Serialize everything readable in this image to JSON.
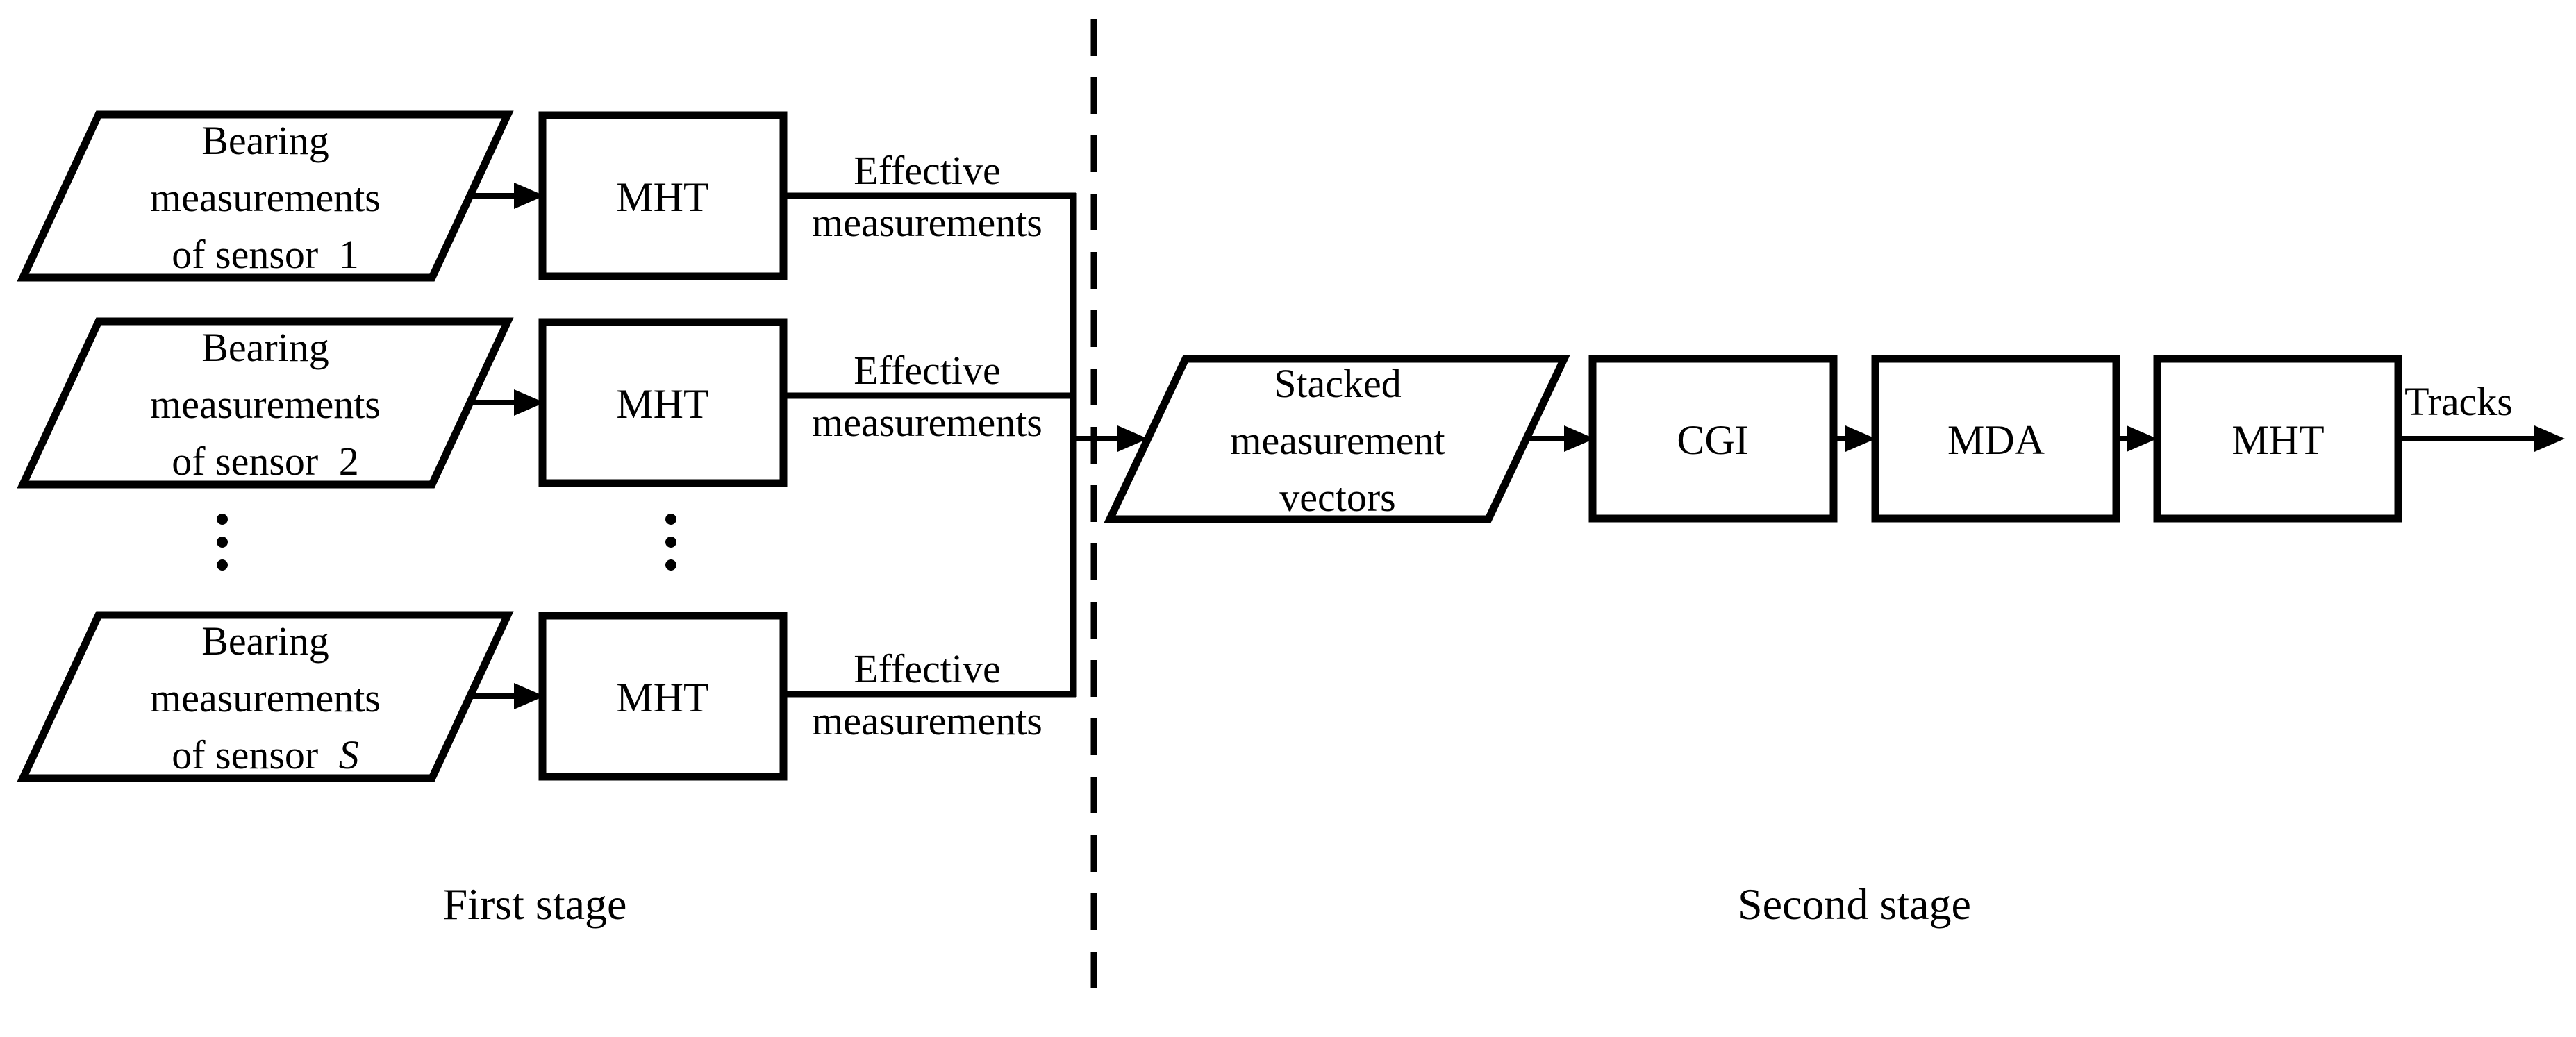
{
  "figure": {
    "title": "Two-stage multi-sensor bearing-only tracking diagram",
    "colors": {
      "ink": "#000000",
      "paper": "#ffffff"
    },
    "first_stage": {
      "caption": "First stage",
      "rows": [
        {
          "input": {
            "line1": "Bearing",
            "line2": "measurements",
            "line3": "of sensor",
            "suffix": "1",
            "suffix_style": "normal"
          },
          "processor": "MHT",
          "output": {
            "line1": "Effective",
            "line2": "measurements"
          }
        },
        {
          "input": {
            "line1": "Bearing",
            "line2": "measurements",
            "line3": "of sensor",
            "suffix": "2",
            "suffix_style": "normal"
          },
          "processor": "MHT",
          "output": {
            "line1": "Effective",
            "line2": "measurements"
          }
        },
        {
          "input": {
            "line1": "Bearing",
            "line2": "measurements",
            "line3": "of sensor",
            "suffix": "S",
            "suffix_style": "italic"
          },
          "processor": "MHT",
          "output": {
            "line1": "Effective",
            "line2": "measurements"
          }
        }
      ]
    },
    "second_stage": {
      "caption": "Second stage",
      "input": {
        "line1": "Stacked",
        "line2": "measurement",
        "line3": "vectors"
      },
      "processors": [
        {
          "label": "CGI"
        },
        {
          "label": "MDA"
        },
        {
          "label": "MHT"
        }
      ],
      "output_label": "Tracks"
    }
  }
}
